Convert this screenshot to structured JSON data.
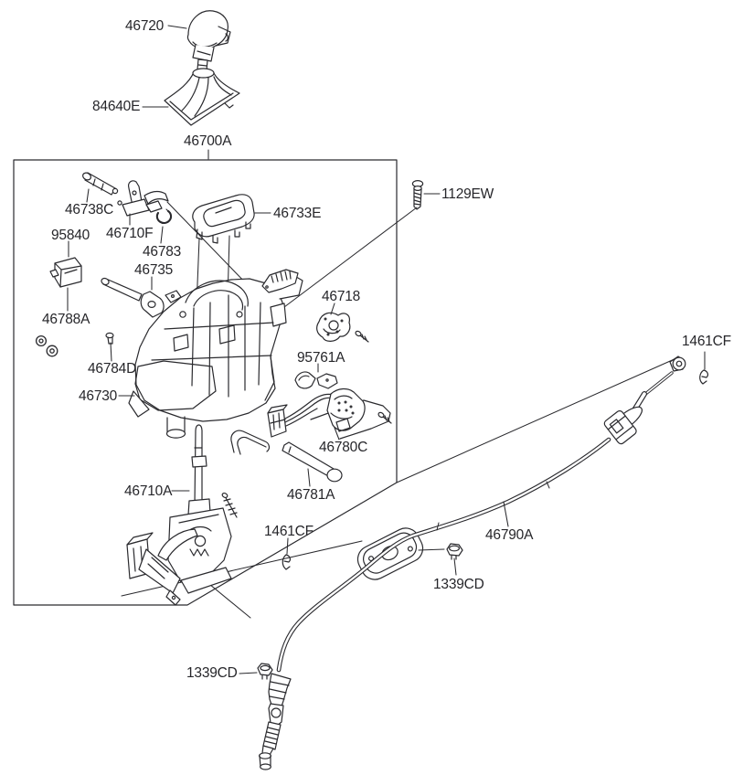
{
  "figure": {
    "kind": "exploded-parts-diagram",
    "subject": "shift lever / gearshift control assembly",
    "background_color": "#ffffff",
    "line_color": "#2a2a2e",
    "text_color": "#26262a"
  },
  "labels": [
    "46720",
    "84640E",
    "46700A",
    "46738C",
    "46710F",
    "95840",
    "46783",
    "46733E",
    "46735",
    "1129EW",
    "46718",
    "46788A",
    "95761A",
    "46784D",
    "46730",
    "46780C",
    "46781A",
    "46710A",
    "1461CF",
    "1461CF",
    "46790A",
    "1339CD",
    "1339CD"
  ]
}
